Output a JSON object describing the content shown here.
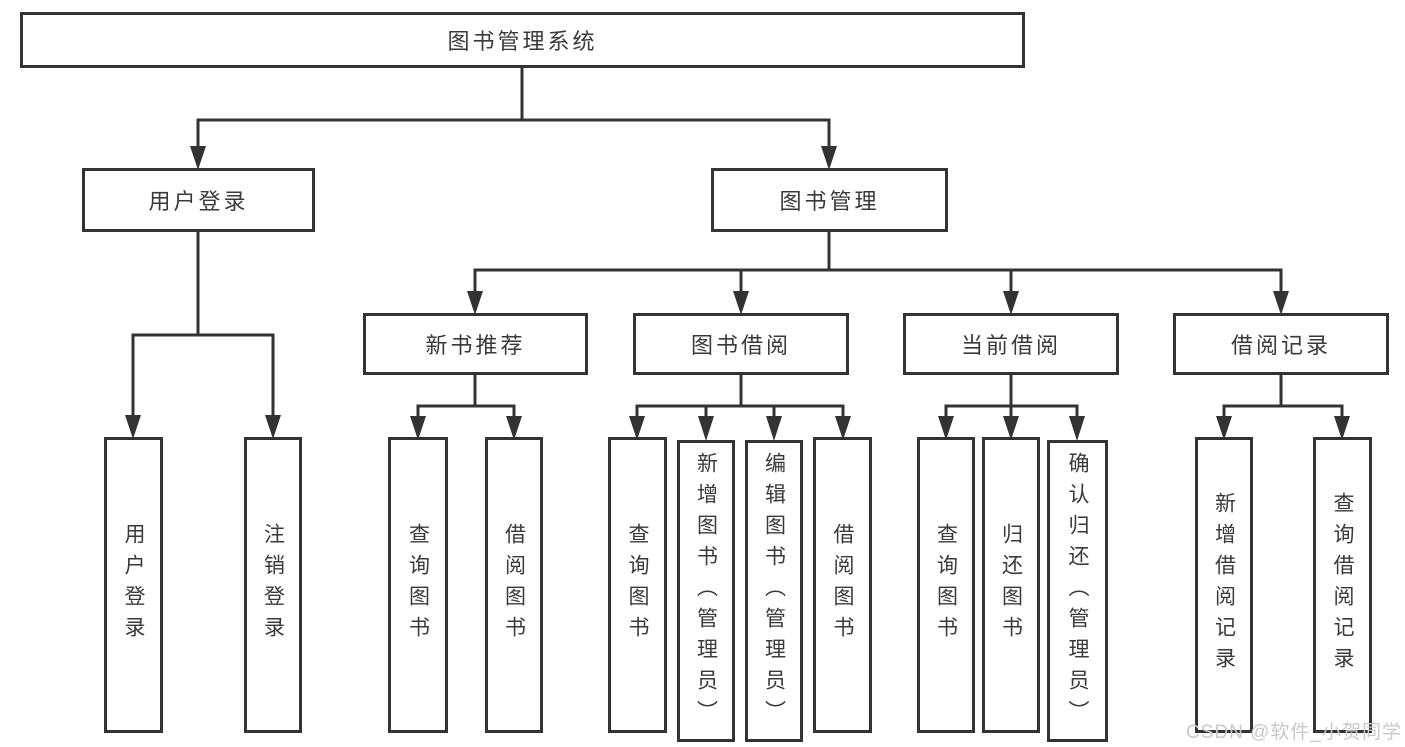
{
  "diagram": {
    "type": "hierarchy-org-chart",
    "colors": {
      "line": "#333333",
      "box_border": "#333333",
      "text": "#3a3a3a",
      "background": "#ffffff",
      "watermark": "#c9c9c9"
    },
    "tree": {
      "label": "图书管理系统",
      "children": [
        {
          "label": "用户登录",
          "children": [
            {
              "label": "用户登录"
            },
            {
              "label": "注销登录"
            }
          ]
        },
        {
          "label": "图书管理",
          "children": [
            {
              "label": "新书推荐",
              "children": [
                {
                  "label": "查询图书"
                },
                {
                  "label": "借阅图书"
                }
              ]
            },
            {
              "label": "图书借阅",
              "children": [
                {
                  "label": "查询图书"
                },
                {
                  "label": "新增图书（管理员）"
                },
                {
                  "label": "编辑图书（管理员）"
                },
                {
                  "label": "借阅图书"
                }
              ]
            },
            {
              "label": "当前借阅",
              "children": [
                {
                  "label": "查询图书"
                },
                {
                  "label": "归还图书"
                },
                {
                  "label": "确认归还（管理员）"
                }
              ]
            },
            {
              "label": "借阅记录",
              "children": [
                {
                  "label": "新增借阅记录"
                },
                {
                  "label": "查询借阅记录"
                }
              ]
            }
          ]
        }
      ]
    }
  },
  "watermark": {
    "text": "CSDN @软件_小贺同学"
  }
}
